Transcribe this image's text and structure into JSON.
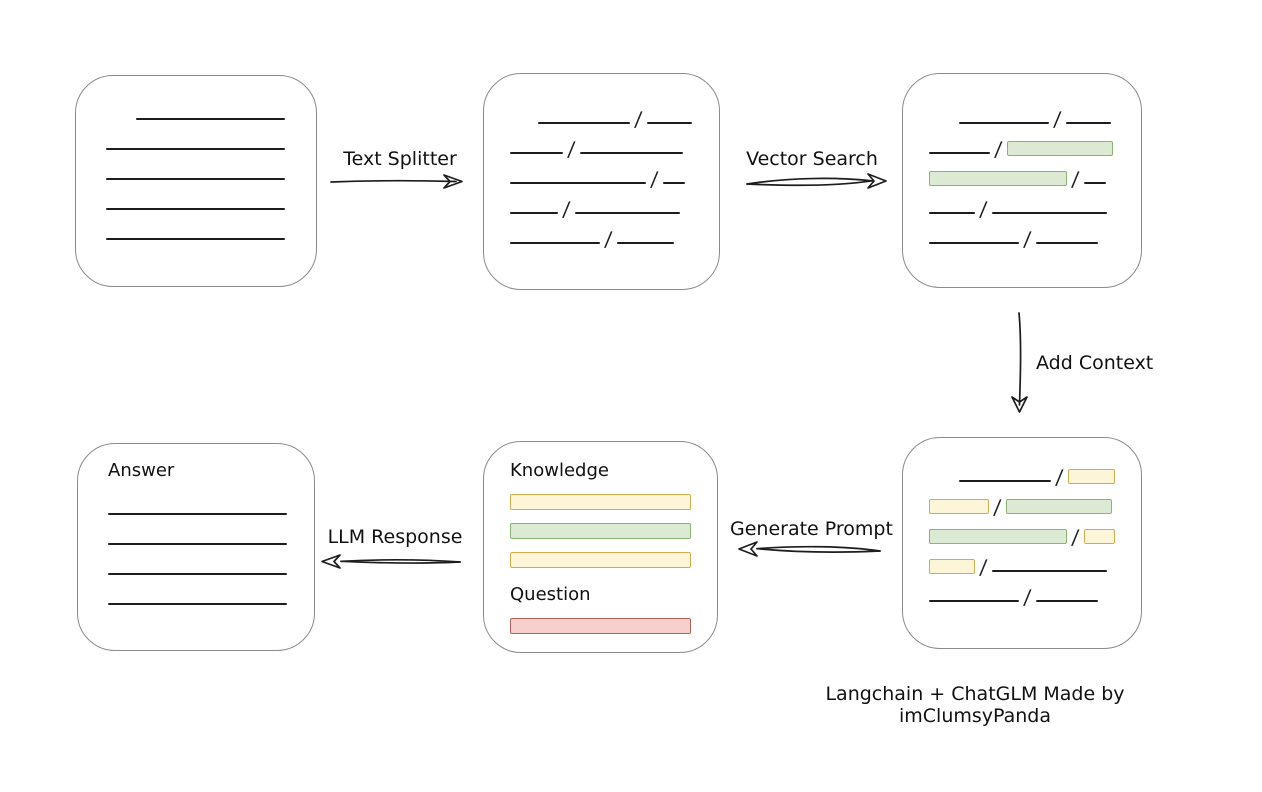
{
  "caption": "Langchain + ChatGLM Made by imClumsyPanda",
  "colors": {
    "green_fill": "#dcead3",
    "green_border": "#8ab56e",
    "yellow_fill": "#fdf5d7",
    "yellow_border": "#d3ac4e",
    "red_fill": "#f5d0cd",
    "red_border": "#b8605a",
    "ink": "#1d1d1d",
    "box_border": "#8b8b8b"
  },
  "arrows": {
    "text_splitter": {
      "label": "Text Splitter"
    },
    "vector_search": {
      "label": "Vector Search"
    },
    "add_context": {
      "label": "Add Context"
    },
    "generate_prompt": {
      "label": "Generate Prompt"
    },
    "llm_response": {
      "label": "LLM Response"
    }
  },
  "nodes": {
    "source_document": {
      "rows": [
        [
          {
            "t": "line",
            "w": 149,
            "ind": 30
          }
        ],
        [
          {
            "t": "line",
            "w": 179
          }
        ],
        [
          {
            "t": "line",
            "w": 179
          }
        ],
        [
          {
            "t": "line",
            "w": 179
          }
        ],
        [
          {
            "t": "line",
            "w": 179
          }
        ]
      ]
    },
    "split_chunks": {
      "rows": [
        [
          {
            "t": "line",
            "w": 92,
            "ind": 28
          },
          {
            "t": "slash"
          },
          {
            "t": "line",
            "w": 45
          }
        ],
        [
          {
            "t": "line",
            "w": 53
          },
          {
            "t": "slash"
          },
          {
            "t": "line",
            "w": 103
          }
        ],
        [
          {
            "t": "line",
            "w": 136
          },
          {
            "t": "slash"
          },
          {
            "t": "line",
            "w": 22
          }
        ],
        [
          {
            "t": "line",
            "w": 48
          },
          {
            "t": "slash"
          },
          {
            "t": "line",
            "w": 105
          }
        ],
        [
          {
            "t": "line",
            "w": 90
          },
          {
            "t": "slash"
          },
          {
            "t": "line",
            "w": 57
          }
        ]
      ]
    },
    "vector_matches": {
      "rows": [
        [
          {
            "t": "line",
            "w": 90,
            "ind": 30
          },
          {
            "t": "slash"
          },
          {
            "t": "line",
            "w": 45
          }
        ],
        [
          {
            "t": "line",
            "w": 61
          },
          {
            "t": "slash"
          },
          {
            "t": "green",
            "w": 106
          }
        ],
        [
          {
            "t": "green",
            "w": 138
          },
          {
            "t": "slash"
          },
          {
            "t": "line",
            "w": 22
          }
        ],
        [
          {
            "t": "line",
            "w": 46
          },
          {
            "t": "slash"
          },
          {
            "t": "line",
            "w": 115
          }
        ],
        [
          {
            "t": "line",
            "w": 90
          },
          {
            "t": "slash"
          },
          {
            "t": "line",
            "w": 62
          }
        ]
      ]
    },
    "context_chunks": {
      "rows": [
        [
          {
            "t": "line",
            "w": 92,
            "ind": 30
          },
          {
            "t": "slash"
          },
          {
            "t": "yellow",
            "w": 47
          }
        ],
        [
          {
            "t": "yellow",
            "w": 60
          },
          {
            "t": "slash"
          },
          {
            "t": "green",
            "w": 106
          }
        ],
        [
          {
            "t": "green",
            "w": 138
          },
          {
            "t": "slash"
          },
          {
            "t": "yellow",
            "w": 31
          }
        ],
        [
          {
            "t": "yellow",
            "w": 46
          },
          {
            "t": "slash"
          },
          {
            "t": "line",
            "w": 115
          }
        ],
        [
          {
            "t": "line",
            "w": 90
          },
          {
            "t": "slash"
          },
          {
            "t": "line",
            "w": 62
          }
        ]
      ]
    },
    "prompt": {
      "knowledge_label": "Knowledge",
      "knowledge_bars": [
        "yellow",
        "green",
        "yellow"
      ],
      "question_label": "Question",
      "question_bars": [
        "red"
      ]
    },
    "answer": {
      "label": "Answer",
      "rows": [
        [
          {
            "t": "line",
            "w": 179
          }
        ],
        [
          {
            "t": "line",
            "w": 179
          }
        ],
        [
          {
            "t": "line",
            "w": 179
          }
        ],
        [
          {
            "t": "line",
            "w": 179
          }
        ]
      ]
    }
  }
}
